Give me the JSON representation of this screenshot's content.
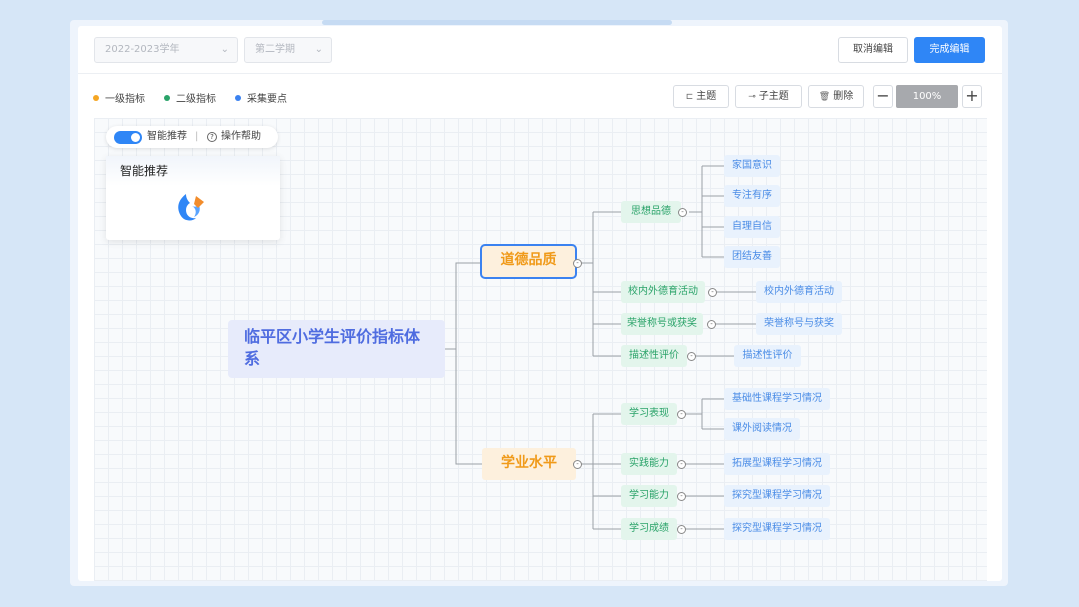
{
  "filters": {
    "year": "2022-2023学年",
    "term": "第二学期"
  },
  "actions": {
    "cancel": "取消编辑",
    "finish": "完成编辑"
  },
  "legend": [
    {
      "label": "一级指标",
      "color": "#f5a623"
    },
    {
      "label": "二级指标",
      "color": "#2aa369"
    },
    {
      "label": "采集要点",
      "color": "#3b82f0"
    }
  ],
  "edit_tools": {
    "topic": "主题",
    "subtopic": "子主题",
    "delete": "删除",
    "zoom": "100%",
    "zoom_out": "−",
    "zoom_in": "+"
  },
  "assistant": {
    "smart_label": "智能推荐",
    "divider": "|",
    "help_label": "操作帮助",
    "card_title": "智能推荐"
  },
  "mindmap": {
    "root": "临平区小学生评价指标体系",
    "branches": [
      {
        "label": "道德品质",
        "children": [
          {
            "label": "思想品德",
            "children": [
              "家国意识",
              "专注有序",
              "自理自信",
              "团结友善"
            ]
          },
          {
            "label": "校内外德育活动",
            "children": [
              "校内外德育活动"
            ]
          },
          {
            "label": "荣誉称号或获奖",
            "children": [
              "荣誉称号与获奖"
            ]
          },
          {
            "label": "描述性评价",
            "children": [
              "描述性评价"
            ]
          }
        ]
      },
      {
        "label": "学业水平",
        "children": [
          {
            "label": "学习表现",
            "children": [
              "基础性课程学习情况",
              "课外阅读情况"
            ]
          },
          {
            "label": "实践能力",
            "children": [
              "拓展型课程学习情况"
            ]
          },
          {
            "label": "学习能力",
            "children": [
              "探究型课程学习情况"
            ]
          },
          {
            "label": "学习成绩",
            "children": [
              "探究型课程学习情况"
            ]
          }
        ]
      }
    ]
  },
  "colors": {
    "primary": "#2f86f6",
    "level1": "#f09a19",
    "level2": "#2aa369",
    "level3": "#4a8ce6",
    "root": "#4f6ce0"
  }
}
